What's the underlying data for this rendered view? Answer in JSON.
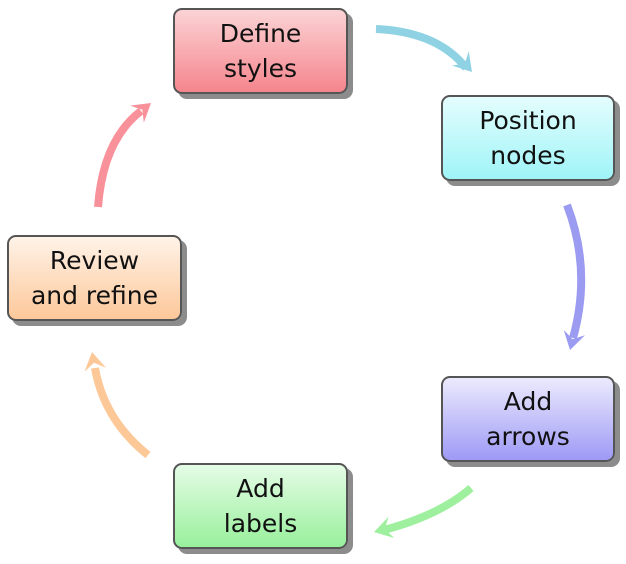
{
  "diagram": {
    "type": "cycle",
    "nodes": [
      {
        "id": "define-styles",
        "lines": [
          "Define",
          "styles"
        ],
        "color_top": "#fbd3d5",
        "color_bottom": "#f5858d"
      },
      {
        "id": "position-nodes",
        "lines": [
          "Position",
          "nodes"
        ],
        "color_top": "#e4fdfd",
        "color_bottom": "#9ff4f8"
      },
      {
        "id": "add-arrows",
        "lines": [
          "Add",
          "arrows"
        ],
        "color_top": "#eceafd",
        "color_bottom": "#9e9af6"
      },
      {
        "id": "add-labels",
        "lines": [
          "Add",
          "labels"
        ],
        "color_top": "#e5fce6",
        "color_bottom": "#98f09c"
      },
      {
        "id": "review-and-refine",
        "lines": [
          "Review",
          "and refine"
        ],
        "color_top": "#fff3e8",
        "color_bottom": "#fdc89a"
      }
    ],
    "edges": [
      {
        "from": "define-styles",
        "to": "position-nodes",
        "color": "#8fd2e4"
      },
      {
        "from": "position-nodes",
        "to": "add-arrows",
        "color": "#9b9bf2"
      },
      {
        "from": "add-arrows",
        "to": "add-labels",
        "color": "#9ef09e"
      },
      {
        "from": "add-labels",
        "to": "review-and-refine",
        "color": "#fcc898"
      },
      {
        "from": "review-and-refine",
        "to": "define-styles",
        "color": "#f8919a"
      }
    ]
  }
}
